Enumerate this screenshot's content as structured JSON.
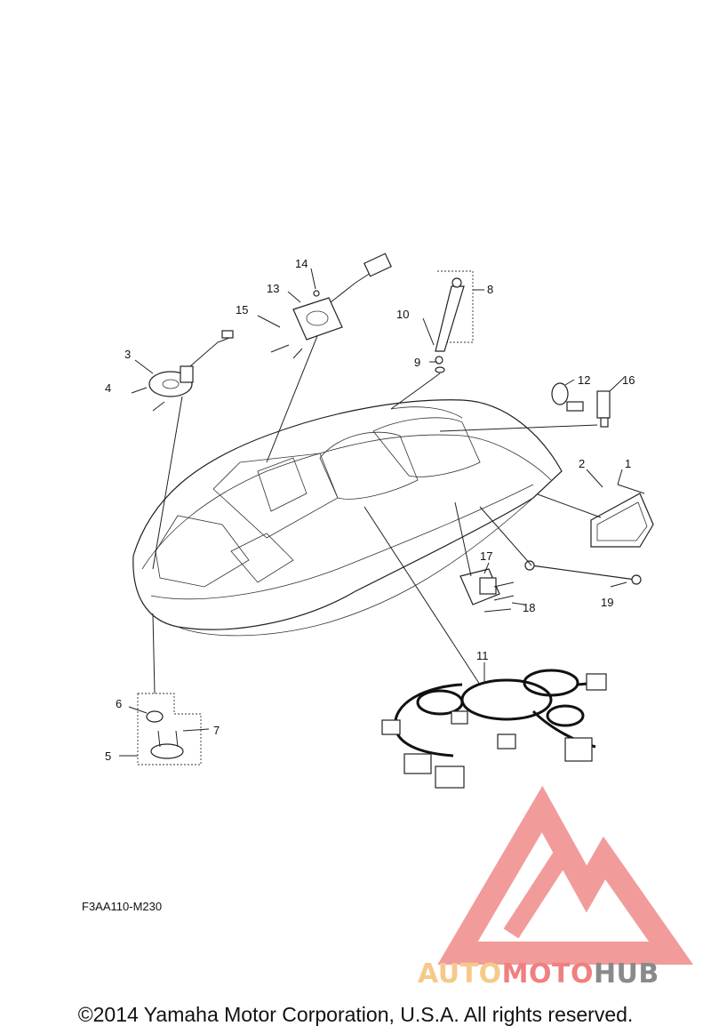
{
  "callouts": [
    "1",
    "2",
    "3",
    "4",
    "5",
    "6",
    "7",
    "8",
    "9",
    "10",
    "11",
    "12",
    "13",
    "14",
    "15",
    "16",
    "17",
    "18",
    "19"
  ],
  "diagram_code": "F3AA110-M230",
  "copyright": "©2014 Yamaha Motor Corporation, U.S.A. All rights reserved.",
  "watermark": {
    "brand": "AUTOMOTOHUB",
    "part_auto": "AUTO",
    "part_moto": "MOTO",
    "part_hub": "HUB",
    "colors": {
      "auto": "#f6c98a",
      "moto": "#f08080",
      "hub": "#8a8a8a",
      "logo": "#f08a8a"
    }
  }
}
